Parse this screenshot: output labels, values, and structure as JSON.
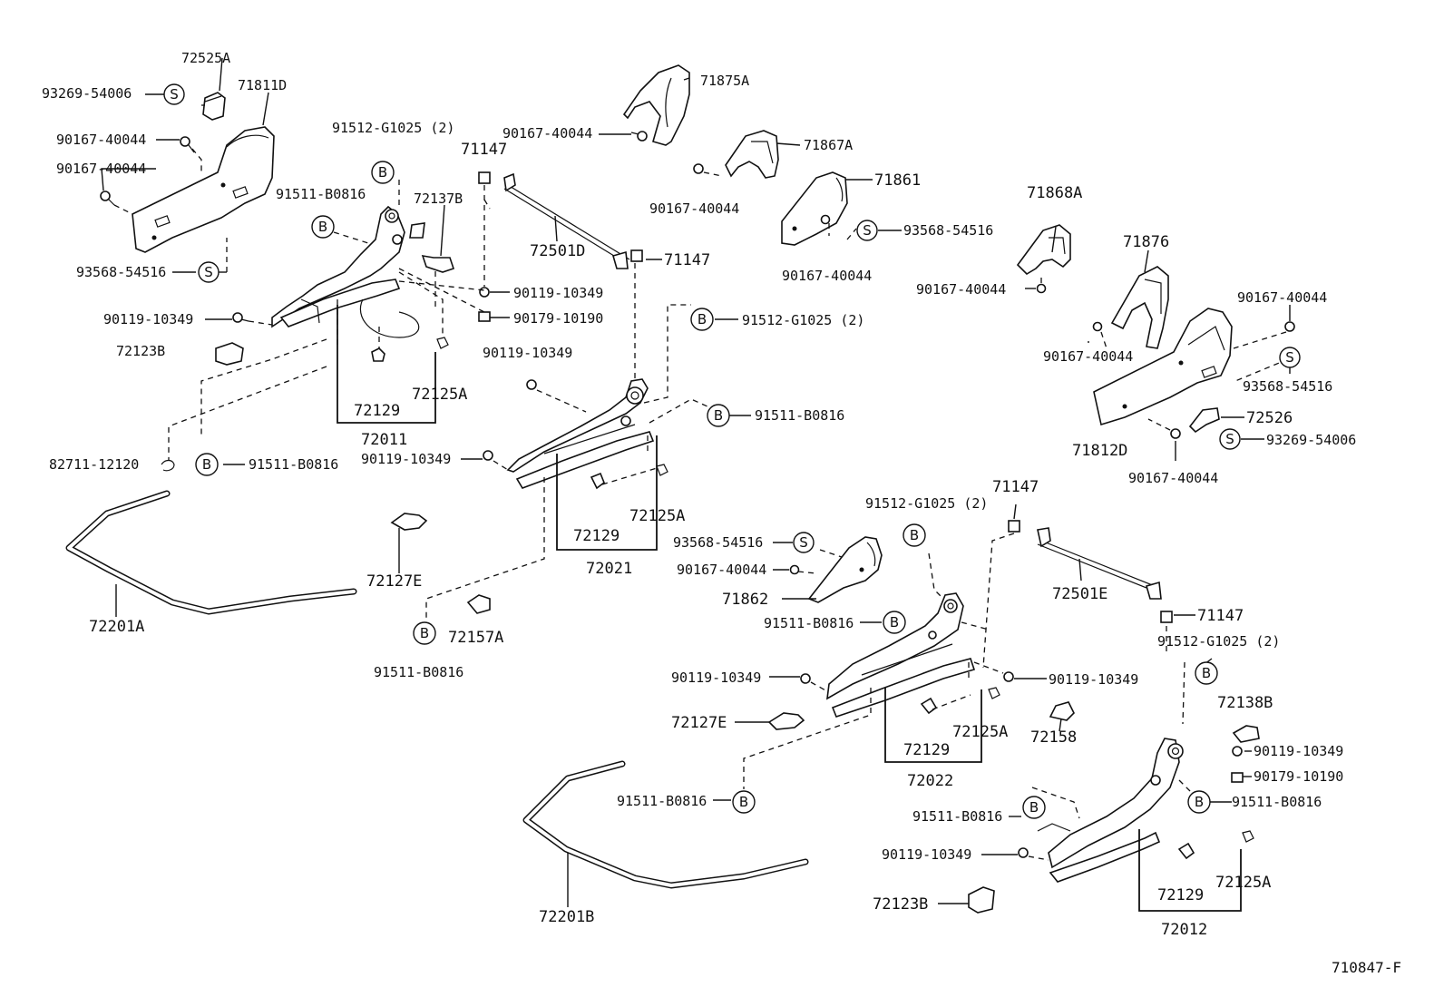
{
  "diagram": {
    "drawing_code": "710847-F",
    "marks": {
      "bolt": "B",
      "screw": "S"
    },
    "labels": {
      "p72525A": "72525A",
      "p93269_54006_a": "93269-54006",
      "p71811D": "71811D",
      "p90167_40044_a": "90167-40044",
      "p90167_40044_b": "90167-40044",
      "p93568_54516_a": "93568-54516",
      "p91512_G1025_a": "91512-G1025 (2)",
      "p91511_B0816_a": "91511-B0816",
      "p72137B": "72137B",
      "p90119_10349_a": "90119-10349",
      "p72123B_a": "72123B",
      "p72129_a": "72129",
      "p72125A_a": "72125A",
      "p72011": "72011",
      "p82711_12120": "82711-12120",
      "p91511_B0816_b": "91511-B0816",
      "p72201A": "72201A",
      "p71875A": "71875A",
      "p90167_40044_c": "90167-40044",
      "p71147_a": "71147",
      "p72501D": "72501D",
      "p71147_b": "71147",
      "p90119_10349_b": "90119-10349",
      "p90179_10190_a": "90179-10190",
      "p71867A": "71867A",
      "p90167_40044_d": "90167-40044",
      "p71861": "71861",
      "p93568_54516_b": "93568-54516",
      "p90167_40044_e": "90167-40044",
      "p91512_G1025_b": "91512-G1025 (2)",
      "p90119_10349_c": "90119-10349",
      "p91511_B0816_c": "91511-B0816",
      "p90119_10349_d": "90119-10349",
      "p72129_b": "72129",
      "p72125A_b": "72125A",
      "p72021": "72021",
      "p72127E_a": "72127E",
      "p72157A": "72157A",
      "p91511_B0816_d": "91511-B0816",
      "p71868A": "71868A",
      "p90167_40044_f": "90167-40044",
      "p71876": "71876",
      "p90167_40044_g": "90167-40044",
      "p90167_40044_h": "90167-40044",
      "p93568_54516_c": "93568-54516",
      "p72526": "72526",
      "p93269_54006_b": "93269-54006",
      "p71812D": "71812D",
      "p90167_40044_i": "90167-40044",
      "p71147_c": "71147",
      "p91512_G1025_c": "91512-G1025 (2)",
      "p93568_54516_d": "93568-54516",
      "p90167_40044_j": "90167-40044",
      "p71862": "71862",
      "p72501E": "72501E",
      "p71147_d": "71147",
      "p91511_B0816_e": "91511-B0816",
      "p91512_G1025_d": "91512-G1025 (2)",
      "p90119_10349_e": "90119-10349",
      "p90119_10349_f": "90119-10349",
      "p72127E_b": "72127E",
      "p72125A_c": "72125A",
      "p72158": "72158",
      "p72129_c": "72129",
      "p72022": "72022",
      "p72138B": "72138B",
      "p90119_10349_g": "90119-10349",
      "p90179_10190_b": "90179-10190",
      "p91511_B0816_f": "91511-B0816",
      "p91511_B0816_g": "91511-B0816",
      "p91511_B0816_h": "91511-B0816",
      "p90119_10349_h": "90119-10349",
      "p72129_d": "72129",
      "p72125A_d": "72125A",
      "p72012": "72012",
      "p72123B_b": "72123B",
      "p72201B": "72201B"
    }
  }
}
